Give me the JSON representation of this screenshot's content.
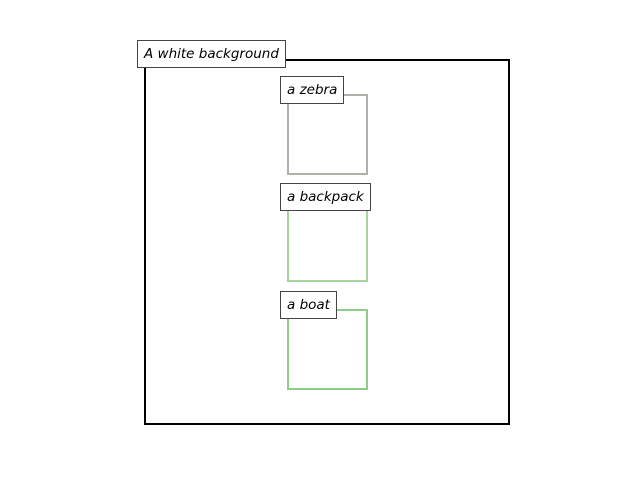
{
  "canvas": {
    "label": "A white background",
    "border_color": "#000000"
  },
  "objects": [
    {
      "label": "a zebra",
      "color": "#b0b0a8"
    },
    {
      "label": "a backpack",
      "color": "#a9d39e"
    },
    {
      "label": "a boat",
      "color": "#8fcc88"
    }
  ]
}
